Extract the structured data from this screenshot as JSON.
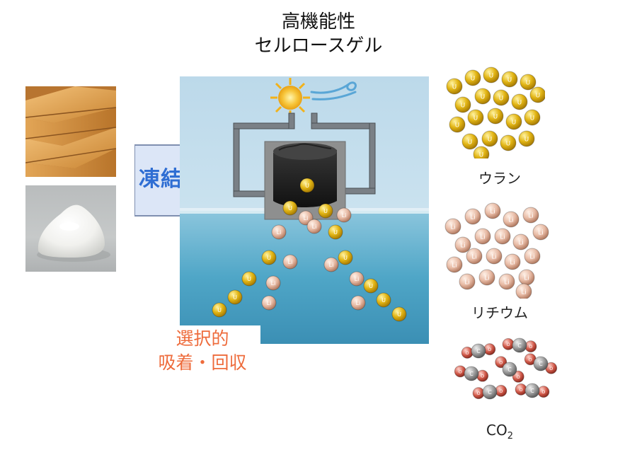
{
  "title": {
    "line1": "高機能性",
    "line2": "セルロースゲル"
  },
  "process": {
    "arrow_label": "凍結",
    "result_line1": "選択的",
    "result_line2": "吸着・回収"
  },
  "targets": [
    {
      "label": "ウラン",
      "ion": "U"
    },
    {
      "label": "リチウム",
      "ion": "Li"
    },
    {
      "label_main": "CO",
      "label_sub": "2",
      "ion_c": "C",
      "ion_o": "O"
    }
  ],
  "colors": {
    "uranium": "#e2b514",
    "lithium": "#e6b8a2",
    "carbon": "#9a9a9a",
    "oxygen": "#d25a4a",
    "arrow_fill": "#dce6f7",
    "arrow_text": "#2f6ed3",
    "accent_text": "#ee6b3b"
  }
}
